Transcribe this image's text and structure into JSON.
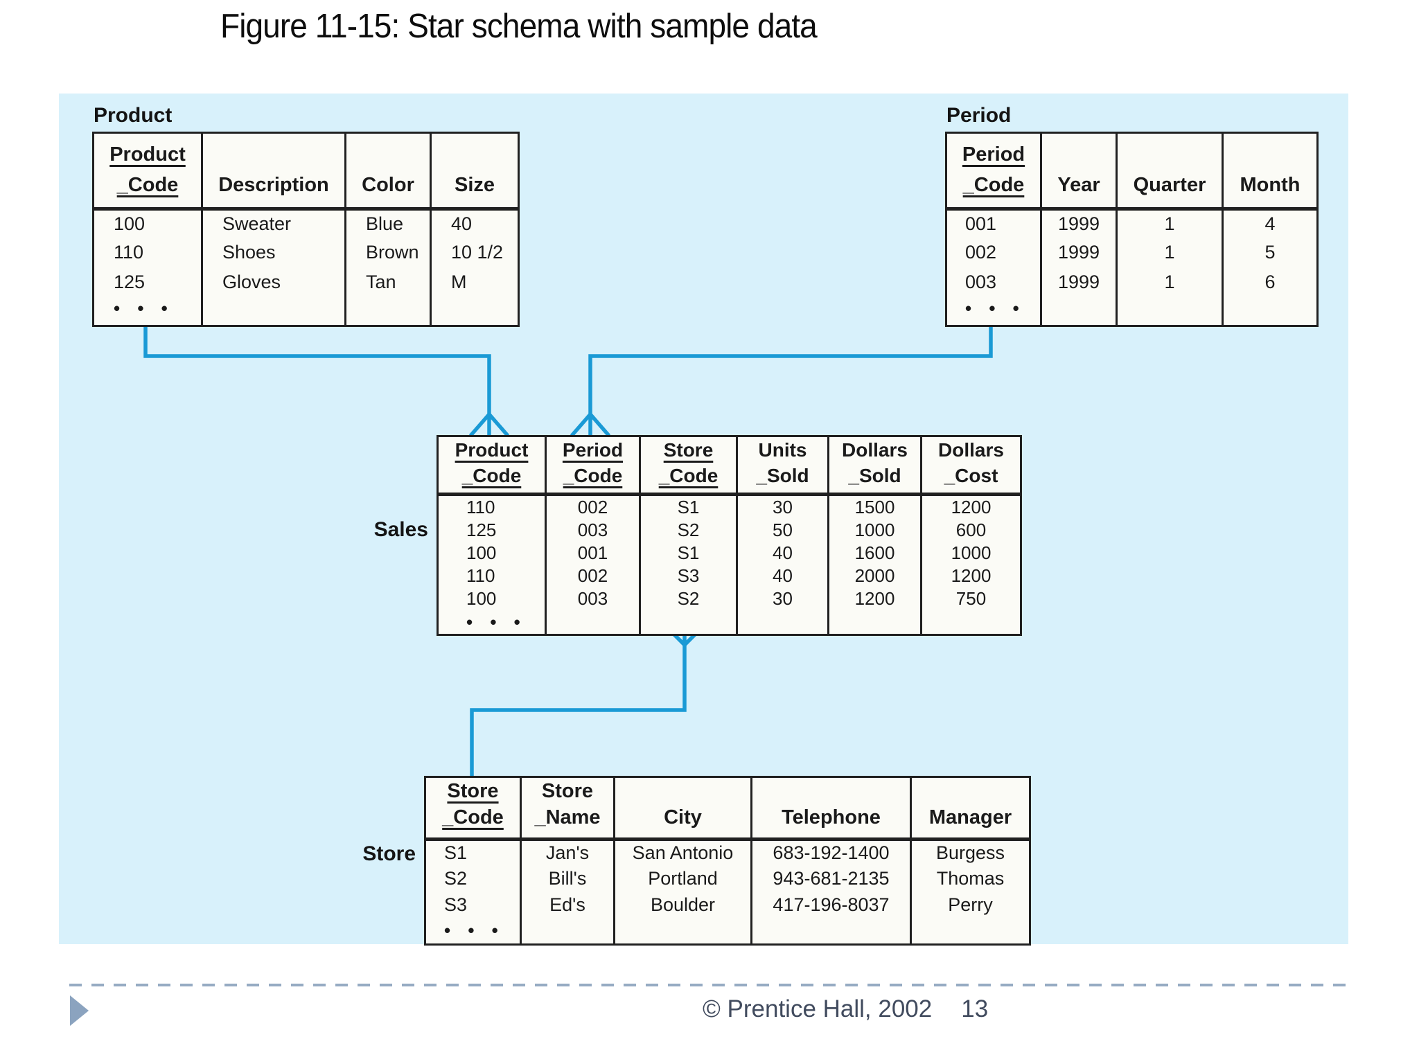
{
  "slide": {
    "title": "Figure 11-15: Star schema with sample data",
    "footer_copyright": "© Prentice Hall, 2002",
    "footer_page": "13"
  },
  "diagram": {
    "ellipsis": "• • •",
    "product": {
      "label": "Product",
      "headers": [
        {
          "l1": "Product",
          "l2": "_Code",
          "key": true
        },
        {
          "l1": "Description"
        },
        {
          "l1": "Color"
        },
        {
          "l1": "Size"
        }
      ],
      "rows": [
        [
          "100",
          "Sweater",
          "Blue",
          "40"
        ],
        [
          "110",
          "Shoes",
          "Brown",
          "10 1/2"
        ],
        [
          "125",
          "Gloves",
          "Tan",
          "M"
        ]
      ]
    },
    "period": {
      "label": "Period",
      "headers": [
        {
          "l1": "Period",
          "l2": "_Code",
          "key": true
        },
        {
          "l1": "Year"
        },
        {
          "l1": "Quarter"
        },
        {
          "l1": "Month"
        }
      ],
      "rows": [
        [
          "001",
          "1999",
          "1",
          "4"
        ],
        [
          "002",
          "1999",
          "1",
          "5"
        ],
        [
          "003",
          "1999",
          "1",
          "6"
        ]
      ]
    },
    "sales": {
      "label": "Sales",
      "headers": [
        {
          "l1": "Product",
          "l2": "_Code",
          "key": true
        },
        {
          "l1": "Period",
          "l2": "_Code",
          "key": true
        },
        {
          "l1": "Store",
          "l2": "_Code",
          "key": true
        },
        {
          "l1": "Units",
          "l2": "_Sold"
        },
        {
          "l1": "Dollars",
          "l2": "_Sold"
        },
        {
          "l1": "Dollars",
          "l2": "_Cost"
        }
      ],
      "rows": [
        [
          "110",
          "002",
          "S1",
          "30",
          "1500",
          "1200"
        ],
        [
          "125",
          "003",
          "S2",
          "50",
          "1000",
          "600"
        ],
        [
          "100",
          "001",
          "S1",
          "40",
          "1600",
          "1000"
        ],
        [
          "110",
          "002",
          "S3",
          "40",
          "2000",
          "1200"
        ],
        [
          "100",
          "003",
          "S2",
          "30",
          "1200",
          "750"
        ]
      ]
    },
    "store": {
      "label": "Store",
      "headers": [
        {
          "l1": "Store",
          "l2": "_Code",
          "key": true
        },
        {
          "l1": "Store",
          "l2": "_Name"
        },
        {
          "l1": "City"
        },
        {
          "l1": "Telephone"
        },
        {
          "l1": "Manager"
        }
      ],
      "rows": [
        [
          "S1",
          "Jan's",
          "San Antonio",
          "683-192-1400",
          "Burgess"
        ],
        [
          "S2",
          "Bill's",
          "Portland",
          "943-681-2135",
          "Thomas"
        ],
        [
          "S3",
          "Ed's",
          "Boulder",
          "417-196-8037",
          "Perry"
        ]
      ]
    }
  },
  "colors": {
    "panel_bg": "#d8f1fb",
    "connector_blue": "#1a9ad5",
    "table_bg": "#fbfbf6",
    "table_border": "#202020",
    "footer_text": "#414b5e",
    "divider": "#96abc3",
    "nav_triangle": "#8ba3bf"
  }
}
